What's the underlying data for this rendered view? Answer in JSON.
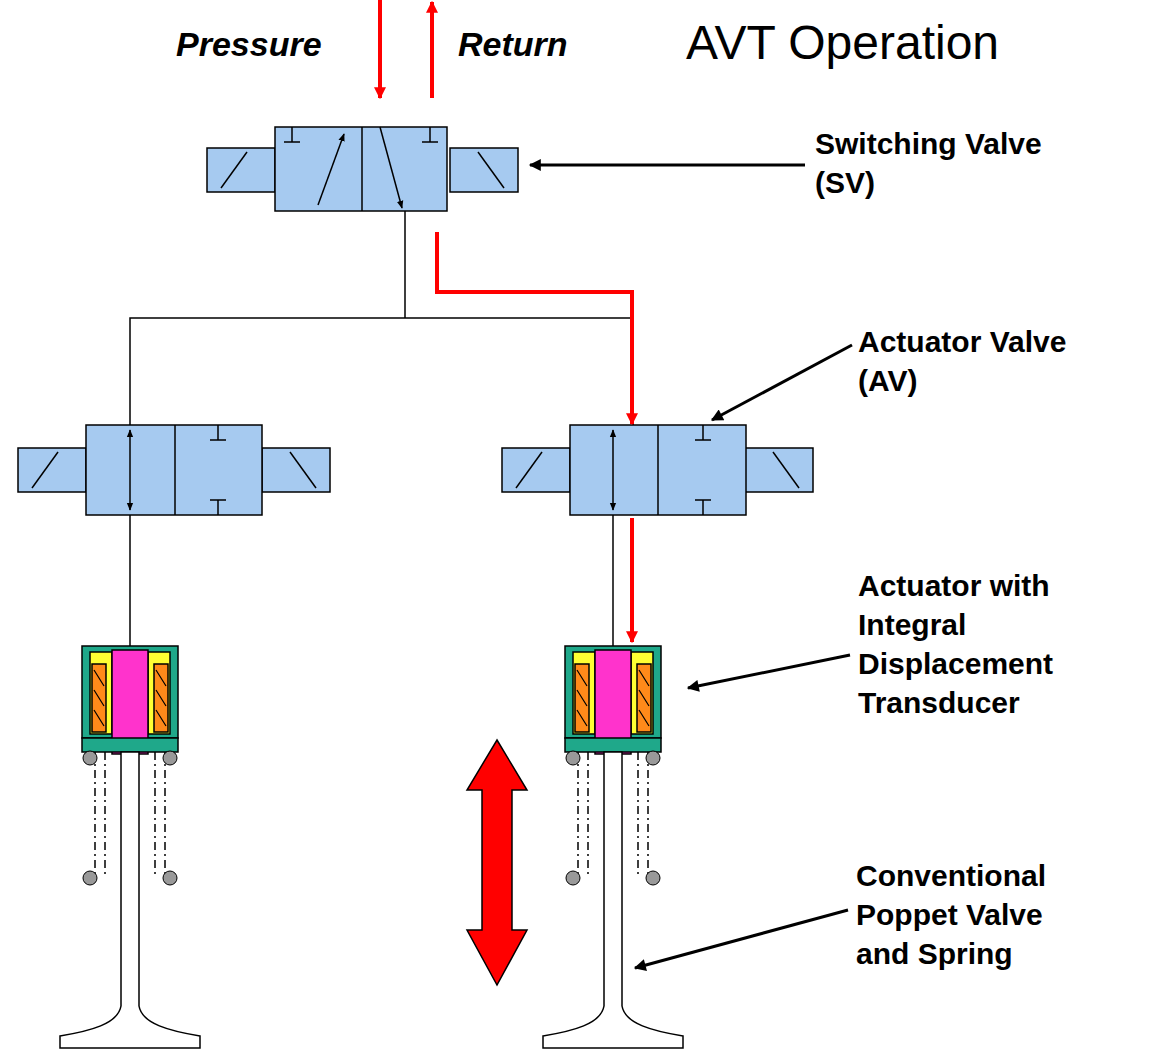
{
  "diagram": {
    "title": "AVT Operation",
    "labels": [
      "Pressure",
      "Return",
      "Switching Valve (SV)",
      "Actuator Valve (AV)",
      "Actuator with Integral Displacement Transducer",
      "Conventional Poppet Valve and Spring"
    ]
  }
}
